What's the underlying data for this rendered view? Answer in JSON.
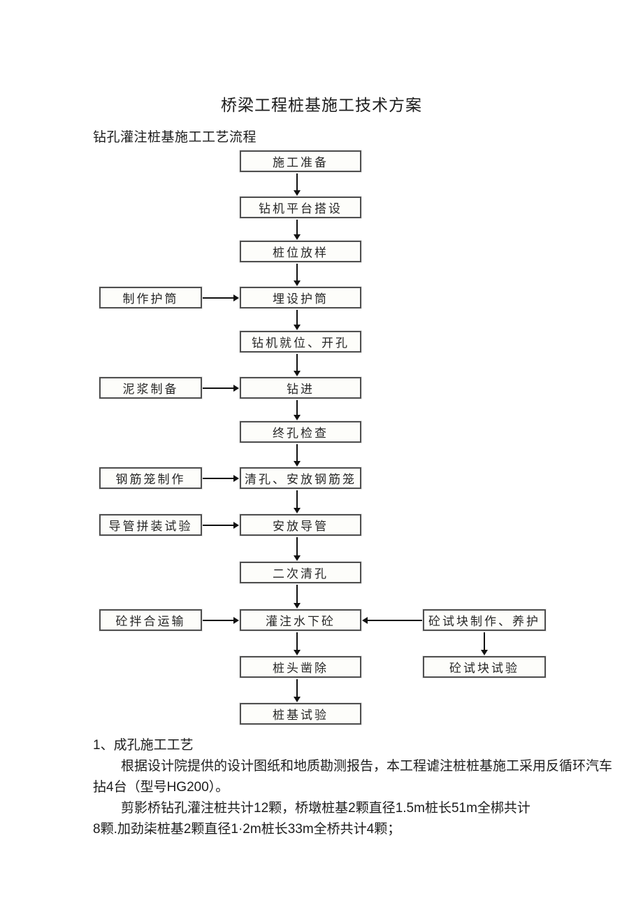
{
  "document": {
    "title": "桥梁工程桩基施工技术方案",
    "process_flow_label": "钻孔灌注桩基施工工艺流程"
  },
  "flowchart": {
    "main_steps": [
      "施工准备",
      "钻机平台搭设",
      "桩位放样",
      "埋设护筒",
      "钻机就位、开孔",
      "钻进",
      "终孔检查",
      "清孔、安放钢筋笼",
      "安放导管",
      "二次清孔",
      "灌注水下砼",
      "桩头凿除",
      "桩基试验"
    ],
    "left_inputs": [
      {
        "label": "制作护筒",
        "feeds": "埋设护筒"
      },
      {
        "label": "泥浆制备",
        "feeds": "钻进"
      },
      {
        "label": "钢筋笼制作",
        "feeds": "清孔、安放钢筋笼"
      },
      {
        "label": "导管拼装试验",
        "feeds": "安放导管"
      },
      {
        "label": "砼拌合运输",
        "feeds": "灌注水下砼"
      }
    ],
    "right_branch": {
      "boxes": [
        {
          "label": "砼试块制作、养护",
          "feeds": "灌注水下砼"
        },
        {
          "label": "砼试块试验",
          "feeds": ""
        }
      ]
    }
  },
  "body_text": {
    "section_heading": "1、成孔施工工艺",
    "lines": [
      "根据设计院提供的设计图纸和地质勘测报告，本工程谑注桩桩基施工采用反循环汽车",
      "拈4台（型号HG200）。",
      "剪影桥钻孔灌注桩共计12颗，桥墩桩基2颗直径1.5m桩长51m全梆共计",
      "8颗.加劲柒桩基2颗直径1·2m桩长33m全桥共计4颗；"
    ]
  },
  "colors": {
    "ink": "#1f1f1f",
    "box_border": "#4f4f4f",
    "arrow": "#111111",
    "page_background": "#ffffff"
  }
}
